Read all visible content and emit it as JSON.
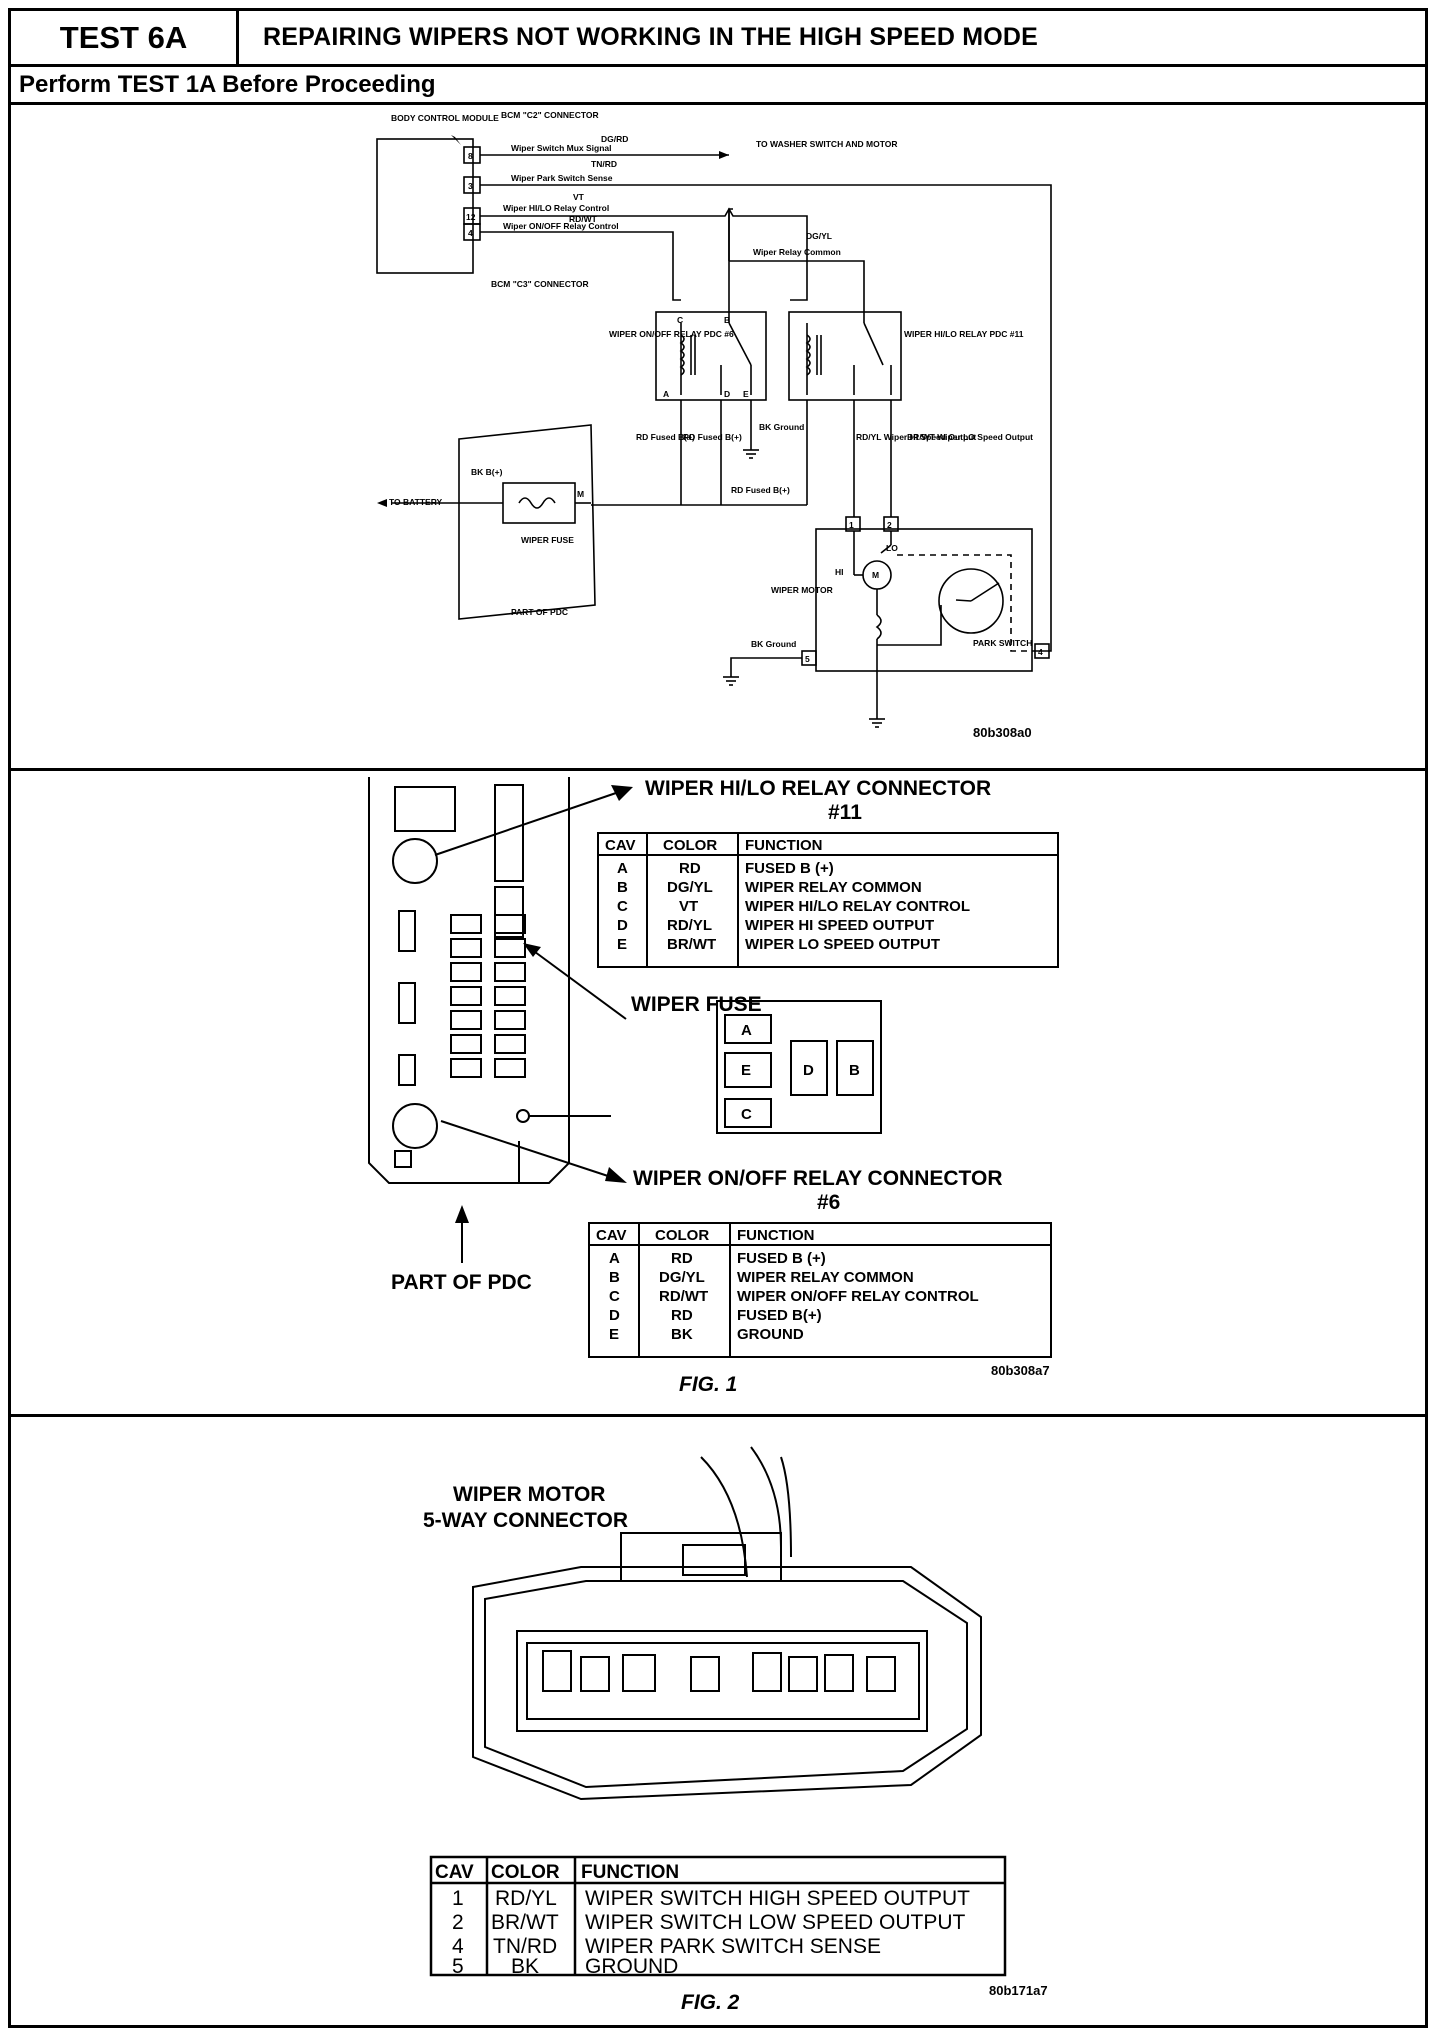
{
  "header": {
    "test_number": "TEST 6A",
    "title": "REPAIRING WIPERS NOT WORKING IN THE HIGH SPEED MODE",
    "subheader": "Perform TEST 1A Before Proceeding"
  },
  "schematic": {
    "bcm_label": "BODY CONTROL MODULE",
    "bcm_c2_label": "BCM \"C2\" CONNECTOR",
    "bcm_c3_label": "BCM \"C3\" CONNECTOR",
    "pins": [
      "8",
      "3",
      "12",
      "4"
    ],
    "wires": [
      {
        "color": "DG/RD",
        "name": "Wiper Switch Mux Signal"
      },
      {
        "color": "TN/RD",
        "name": "Wiper Park Switch Sense"
      },
      {
        "color": "VT",
        "name": "Wiper HI/LO Relay Control"
      },
      {
        "color": "RD/WT",
        "name": "Wiper ON/OFF Relay Control"
      }
    ],
    "to_washer": "TO WASHER SWITCH AND MOTOR",
    "relay_common": {
      "color": "DG/YL",
      "name": "Wiper Relay Common"
    },
    "onoff_relay": "WIPER ON/OFF RELAY PDC #6",
    "hilo_relay": "WIPER HI/LO RELAY PDC #11",
    "relay_pins": [
      "C",
      "B",
      "A",
      "D",
      "E"
    ],
    "rd_fused_1": "RD Fused B(+)",
    "rd_fused_2": "RD Fused B(+)",
    "bk_ground_relay": "BK Ground",
    "rd_fused_3": "RD Fused B(+)",
    "hi_output": "RD/YL Wiper HI Speed Output",
    "lo_output": "BR/WT Wiper LO Speed Output",
    "bk_bplus": "BK B(+)",
    "m_label": "M",
    "to_battery": "TO BATTERY",
    "wiper_fuse": "WIPER FUSE",
    "part_of_pdc_small": "PART OF PDC",
    "motor_pins": [
      "1",
      "2",
      "5",
      "4"
    ],
    "hi": "HI",
    "lo": "LO",
    "m": "M",
    "wiper_motor": "WIPER MOTOR",
    "bk_ground_motor": "BK Ground",
    "park_switch": "PARK SWITCH",
    "ref": "80b308a0"
  },
  "fig1": {
    "hilo_connector_title": "WIPER HI/LO RELAY CONNECTOR",
    "hilo_connector_num": "#11",
    "onoff_connector_title": "WIPER ON/OFF RELAY CONNECTOR",
    "onoff_connector_num": "#6",
    "wiper_fuse": "WIPER FUSE",
    "part_of_pdc": "PART OF PDC",
    "headers": {
      "cav": "CAV",
      "color": "COLOR",
      "function": "FUNCTION"
    },
    "hilo_rows": [
      {
        "cav": "A",
        "color": "RD",
        "function": "FUSED B (+)"
      },
      {
        "cav": "B",
        "color": "DG/YL",
        "function": "WIPER RELAY COMMON"
      },
      {
        "cav": "C",
        "color": "VT",
        "function": "WIPER HI/LO RELAY CONTROL"
      },
      {
        "cav": "D",
        "color": "RD/YL",
        "function": "WIPER HI SPEED OUTPUT"
      },
      {
        "cav": "E",
        "color": "BR/WT",
        "function": "WIPER LO SPEED OUTPUT"
      }
    ],
    "onoff_rows": [
      {
        "cav": "A",
        "color": "RD",
        "function": "FUSED B (+)"
      },
      {
        "cav": "B",
        "color": "DG/YL",
        "function": "WIPER RELAY COMMON"
      },
      {
        "cav": "C",
        "color": "RD/WT",
        "function": "WIPER ON/OFF RELAY CONTROL"
      },
      {
        "cav": "D",
        "color": "RD",
        "function": "FUSED B(+)"
      },
      {
        "cav": "E",
        "color": "BK",
        "function": "GROUND"
      }
    ],
    "connector_cavities": [
      "A",
      "E",
      "C",
      "D",
      "B"
    ],
    "caption": "FIG. 1",
    "ref": "80b308a7"
  },
  "fig2": {
    "title_line1": "WIPER MOTOR",
    "title_line2": "5-WAY CONNECTOR",
    "headers": {
      "cav": "CAV",
      "color": "COLOR",
      "function": "FUNCTION"
    },
    "rows": [
      {
        "cav": "1",
        "color": "RD/YL",
        "function": "WIPER SWITCH HIGH SPEED OUTPUT"
      },
      {
        "cav": "2",
        "color": "BR/WT",
        "function": "WIPER SWITCH LOW SPEED OUTPUT"
      },
      {
        "cav": "4",
        "color": "TN/RD",
        "function": "WIPER PARK SWITCH SENSE"
      },
      {
        "cav": "5",
        "color": "BK",
        "function": "GROUND"
      }
    ],
    "caption": "FIG. 2",
    "ref": "80b171a7"
  }
}
